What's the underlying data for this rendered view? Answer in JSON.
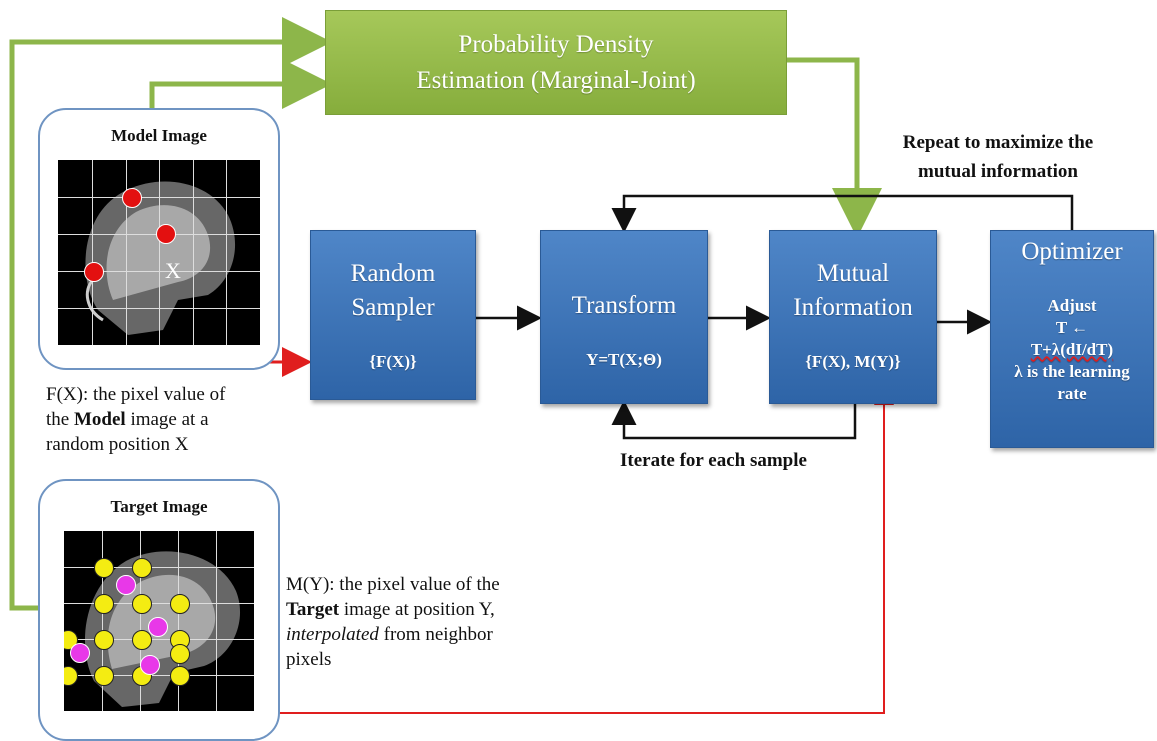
{
  "pde": {
    "line1": "Probability Density",
    "line2": "Estimation (Marginal-Joint)"
  },
  "repeat_label": {
    "line1": "Repeat to maximize the",
    "line2": "mutual information"
  },
  "iterate_label": "Iterate for each sample",
  "model_image": {
    "title": "Model Image",
    "marker": "X",
    "caption": {
      "p1": "F(X): the pixel value of",
      "p2a": "the ",
      "p2b": "Model",
      "p2c": " image at a",
      "p3": "random position X"
    }
  },
  "target_image": {
    "title": "Target Image",
    "caption": {
      "p1": "M(Y): the pixel value of  the",
      "p2a": "Target",
      "p2b": " image at position Y,",
      "p3a": "interpolated",
      "p3b": " from neighbor",
      "p4": "pixels"
    }
  },
  "random_sampler": {
    "line1": "Random",
    "line2": "Sampler",
    "formula": "{F(X)}"
  },
  "transform": {
    "title": "Transform",
    "formula": "Y=T(X;Θ)"
  },
  "mutual_information": {
    "line1": "Mutual",
    "line2": "Information",
    "formula": "{F(X), M(Y)}"
  },
  "optimizer": {
    "title": "Optimizer",
    "l1": "Adjust",
    "l2": "T ←",
    "l3": "T+λ(dI/dT)",
    "l4": "λ is the learning",
    "l5": "rate"
  },
  "colors": {
    "green": "#8db64a",
    "blue": "#3a73b8",
    "red": "#e01e1e"
  }
}
